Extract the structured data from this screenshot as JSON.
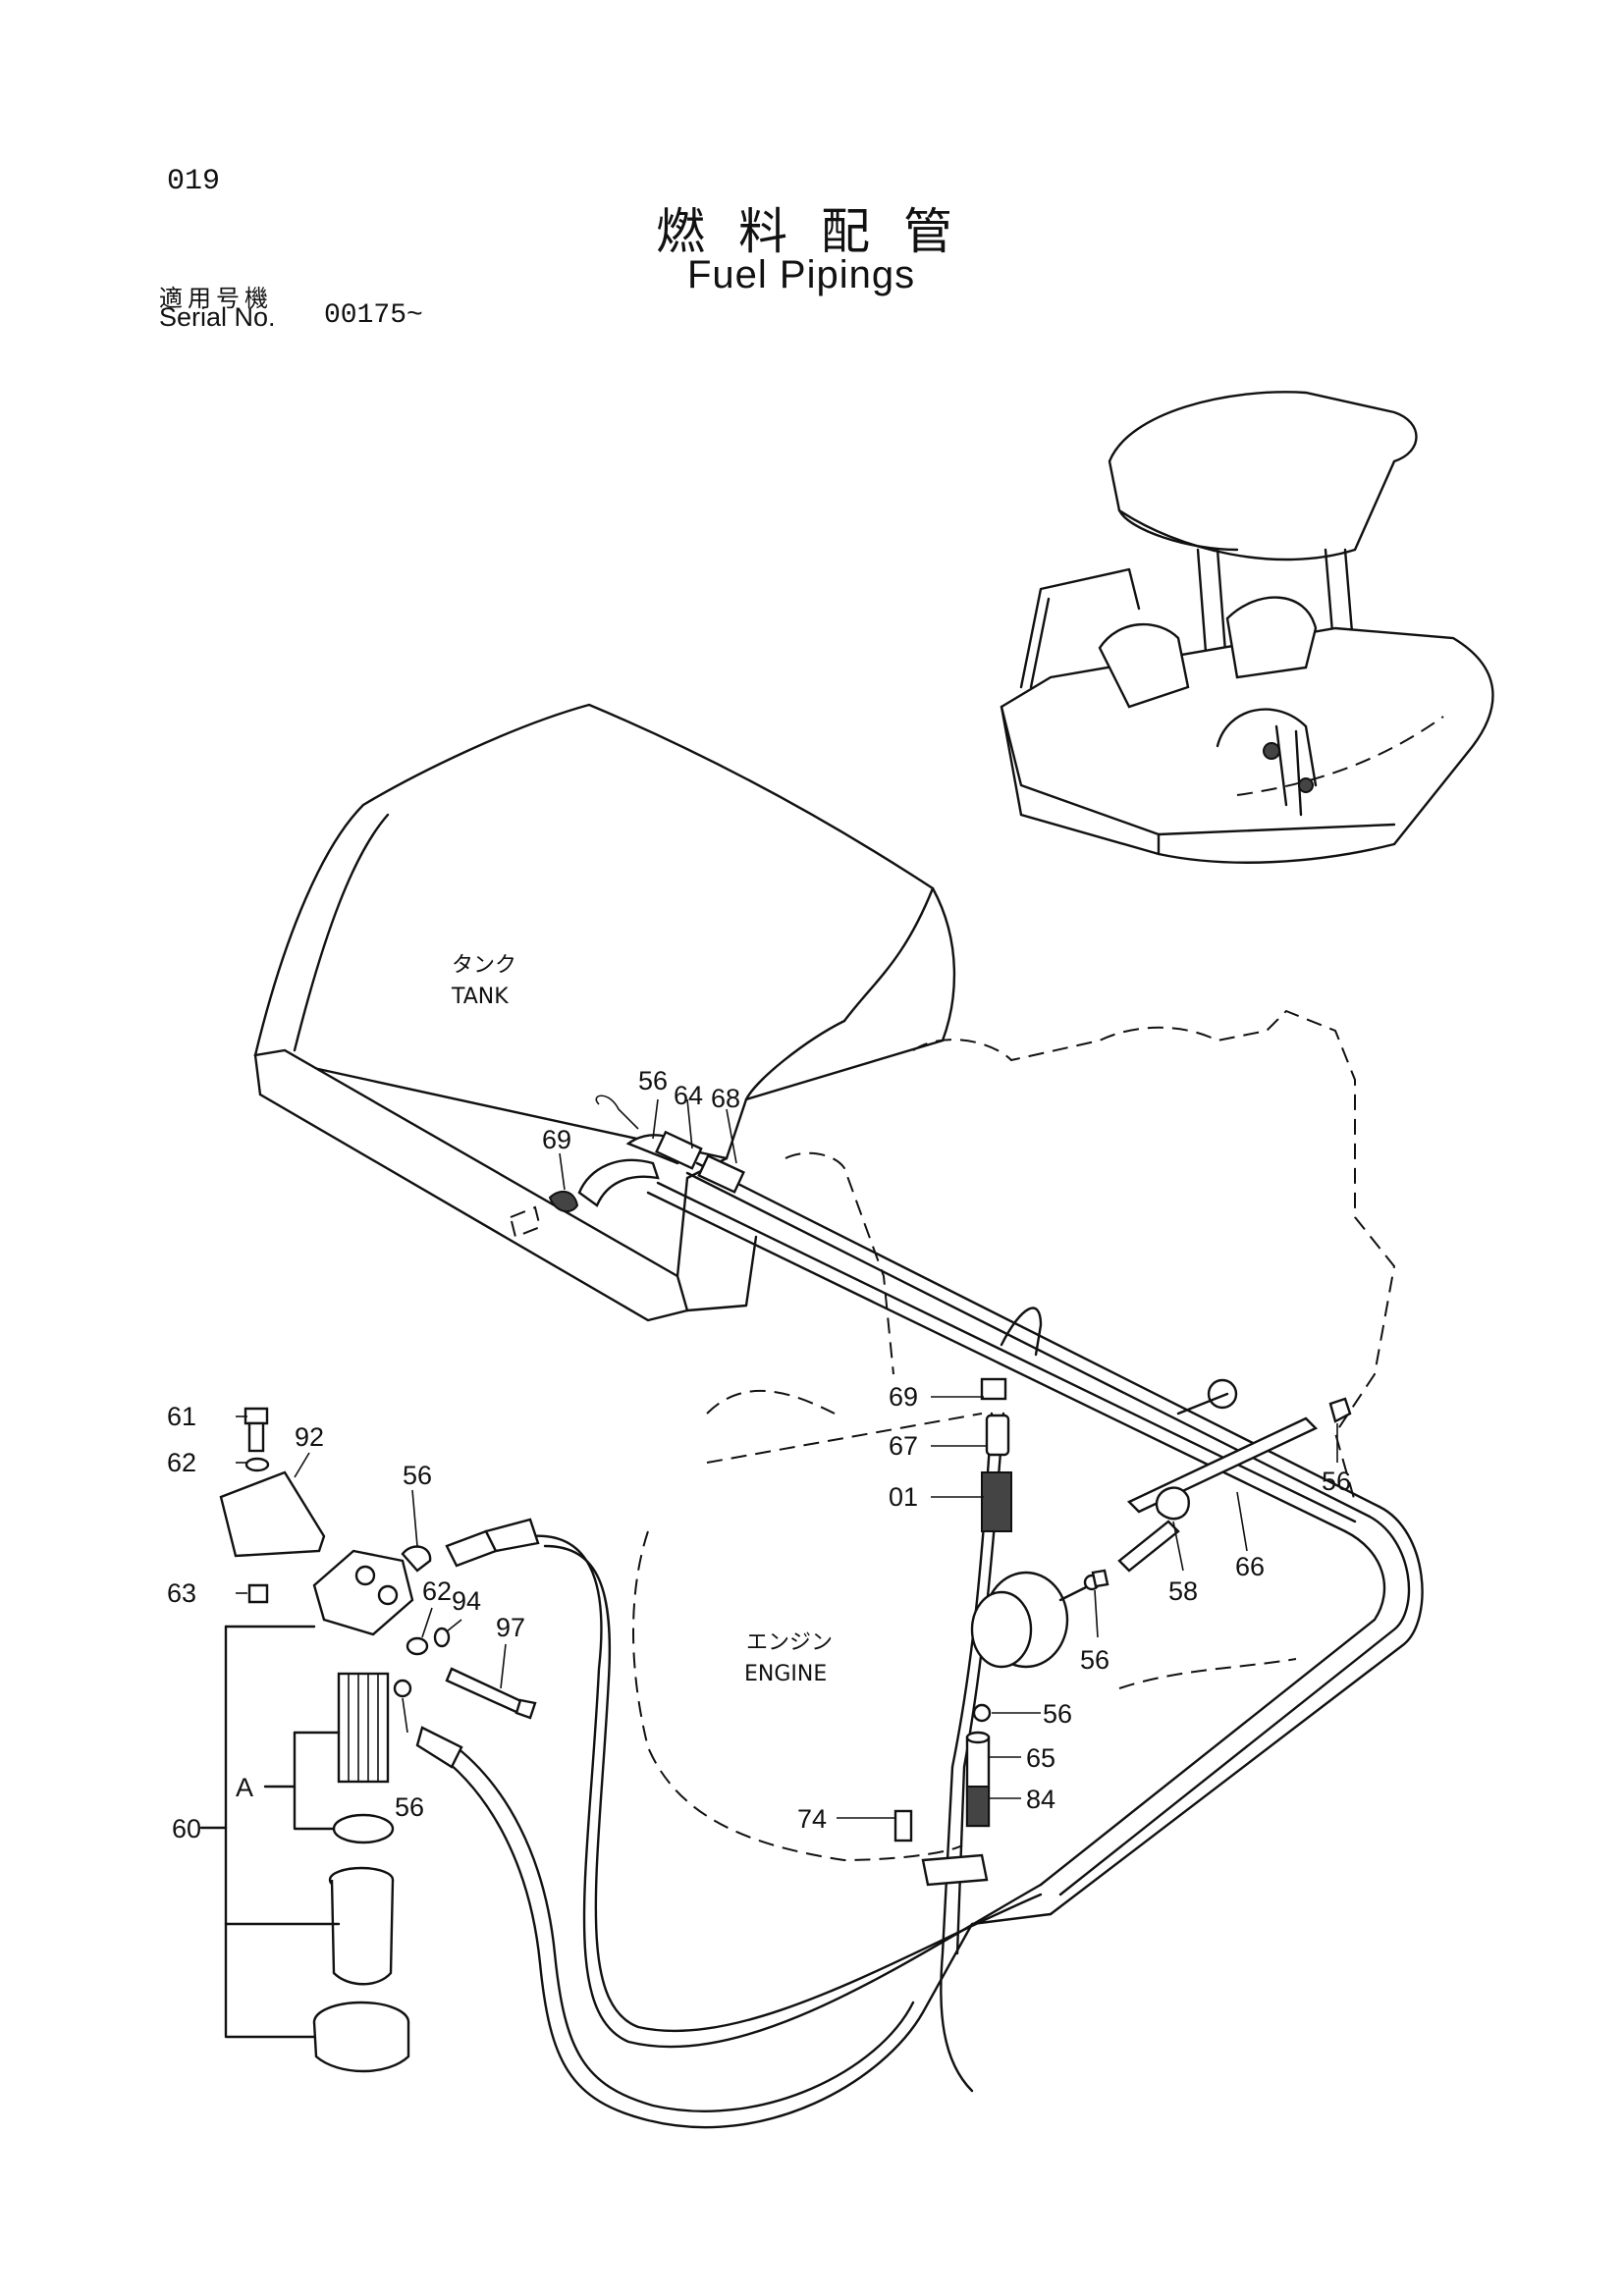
{
  "header": {
    "page_number": "019",
    "title_jp": "燃料配管",
    "title_en": "Fuel Pipings",
    "serial_label_jp": "適用号機",
    "serial_label_en": "Serial No.",
    "serial_value": "00175~"
  },
  "areas": {
    "tank_jp": "タンク",
    "tank_en": "TANK",
    "engine_jp": "エンジン",
    "engine_en": "ENGINE"
  },
  "callouts": {
    "c56_tank": "56",
    "c64": "64",
    "c68": "68",
    "c69_tank": "69",
    "c61": "61",
    "c92": "92",
    "c62_left": "62",
    "c56_filter_top": "56",
    "c63": "63",
    "c62_right": "62",
    "c94": "94",
    "c97": "97",
    "c60": "60",
    "cA": "A",
    "c56_filter_bottom": "56",
    "c69_mid": "69",
    "c67": "67",
    "c01": "01",
    "c56_right": "56",
    "c58": "58",
    "c66": "66",
    "c56_pump": "56",
    "c56_lower": "56",
    "c65": "65",
    "c84": "84",
    "c74": "74"
  }
}
